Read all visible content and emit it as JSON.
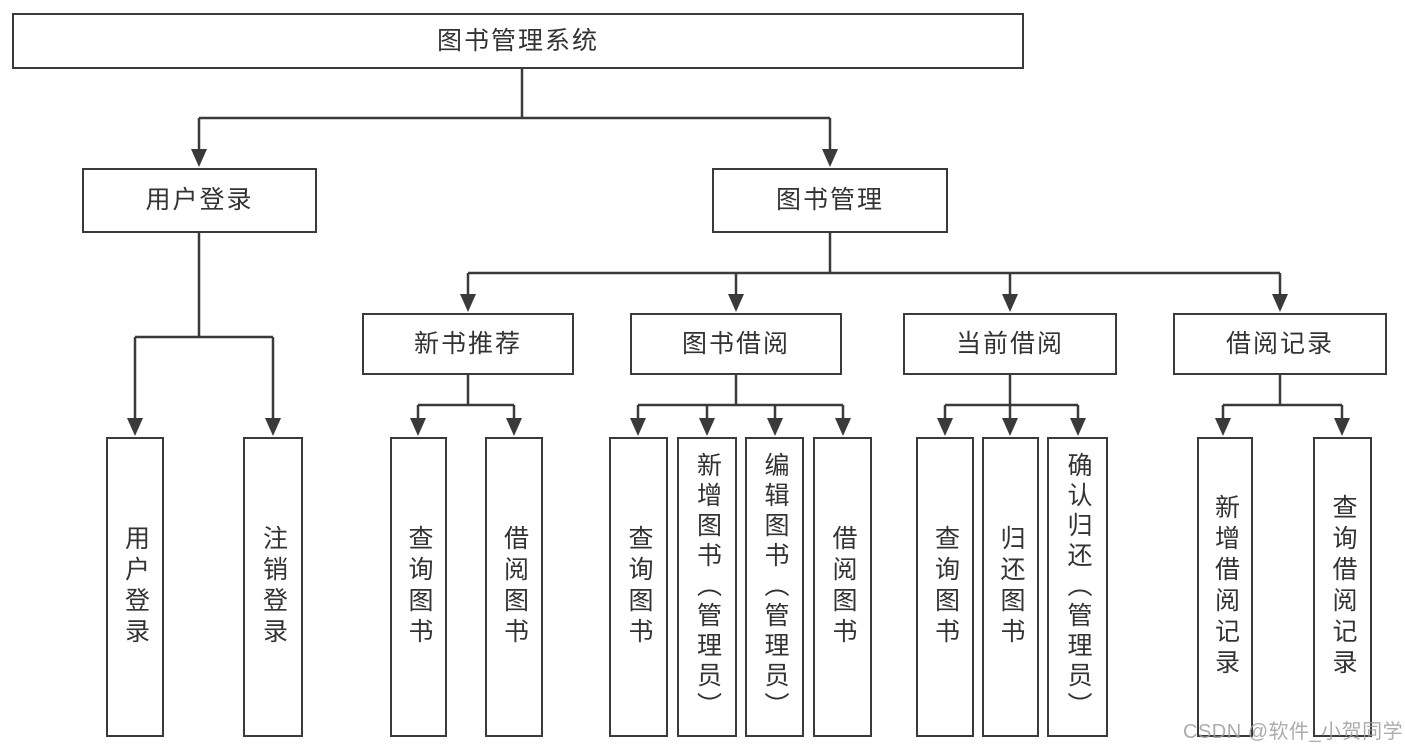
{
  "diagram": {
    "root": "图书管理系统",
    "user_login": {
      "label": "用户登录",
      "children": [
        "用户登录",
        "注销登录"
      ]
    },
    "book_management": {
      "label": "图书管理",
      "sections": {
        "new_book_recommend": {
          "label": "新书推荐",
          "children": [
            "查询图书",
            "借阅图书"
          ]
        },
        "book_borrowing": {
          "label": "图书借阅",
          "children": [
            "查询图书",
            "新增图书（管理员）",
            "编辑图书（管理员）",
            "借阅图书"
          ]
        },
        "current_borrowing": {
          "label": "当前借阅",
          "children": [
            "查询图书",
            "归还图书",
            "确认归还（管理员）"
          ]
        },
        "borrowing_records": {
          "label": "借阅记录",
          "children": [
            "新增借阅记录",
            "查询借阅记录"
          ]
        }
      }
    }
  },
  "watermark": "CSDN @软件_小贺同学",
  "colors": {
    "line": "#3a3a3a",
    "text": "#333333",
    "watermark": "#9e9e9e",
    "background": "#ffffff"
  }
}
